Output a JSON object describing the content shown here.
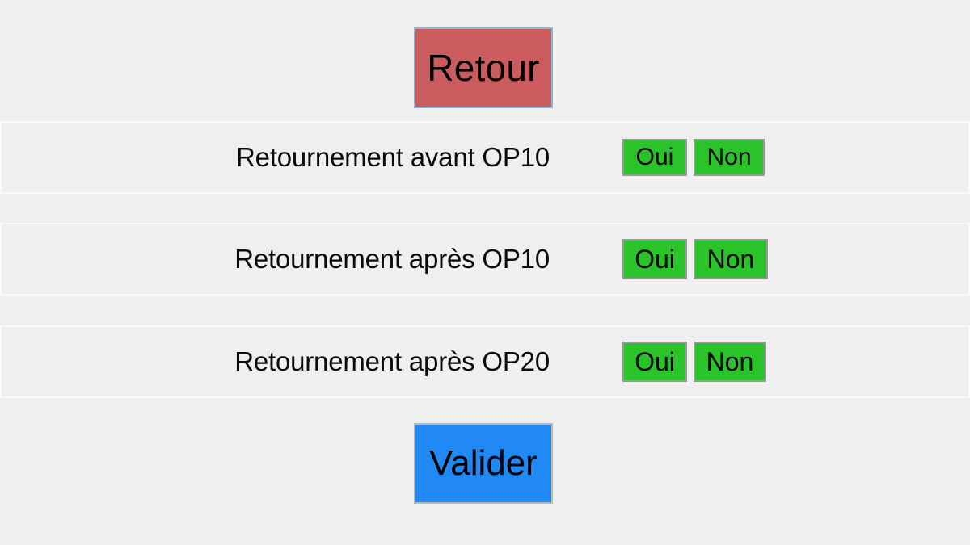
{
  "page": {
    "background_color": "#efefef",
    "language": "fr"
  },
  "header": {
    "back_button": {
      "label": "Retour",
      "color": "#cb5c5e",
      "border_color": "#8fb4cf"
    }
  },
  "footer": {
    "submit_button": {
      "label": "Valider",
      "color": "#2089f5",
      "border_color": "#b9b9b9"
    }
  },
  "choices": {
    "yes_label": "Oui",
    "no_label": "Non",
    "button_color": "#2ac32a",
    "button_border_color": "#9a9a9a"
  },
  "questions": [
    {
      "label": "Retournement avant OP10",
      "yes": "Oui",
      "no": "Non"
    },
    {
      "label": "Retournement après OP10",
      "yes": "Oui",
      "no": "Non"
    },
    {
      "label": "Retournement après OP20",
      "yes": "Oui",
      "no": "Non"
    }
  ]
}
